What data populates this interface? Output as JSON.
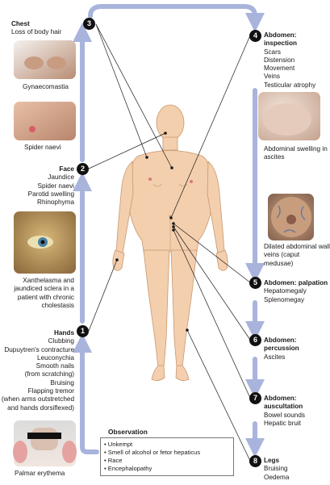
{
  "colors": {
    "arrow": "#a9b4dc",
    "skin": "#f3cfae",
    "skin_outline": "#c9976f",
    "badge": "#111111"
  },
  "sections": {
    "chest": {
      "number": "3",
      "title": "Chest",
      "items": [
        "Loss of body hair"
      ]
    },
    "face": {
      "number": "2",
      "title": "Face",
      "items": [
        "Jaundice",
        "Spider naevi",
        "Parotid swelling",
        "Rhinophyma"
      ]
    },
    "hands": {
      "number": "1",
      "title": "Hands",
      "items": [
        "Clubbing",
        "Dupuytren's contracture",
        "Leuconychia",
        "Smooth nails",
        "(from scratching)",
        "Bruising",
        "Flapping tremor",
        "(when arms outstretched",
        "and hands dorsiflexed)"
      ]
    },
    "abd_inspection": {
      "number": "4",
      "title_lines": [
        "Abdomen:",
        "inspection"
      ],
      "items": [
        "Scars",
        "Distension",
        "Movement",
        "Veins",
        "Testicular atrophy"
      ]
    },
    "abd_palpation": {
      "number": "5",
      "title": "Abdomen: palpation",
      "items": [
        "Hepatomegaly",
        "Splenomegay"
      ]
    },
    "abd_percussion": {
      "number": "6",
      "title_lines": [
        "Abdomen:",
        "percussion"
      ],
      "items": [
        "Ascites"
      ]
    },
    "abd_auscultation": {
      "number": "7",
      "title_lines": [
        "Abdomen:",
        "auscultation"
      ],
      "items": [
        "Bowel sounds",
        "Hepatic bruit"
      ]
    },
    "legs": {
      "number": "8",
      "title": "Legs",
      "items": [
        "Bruising",
        "Oedema"
      ]
    }
  },
  "captions": {
    "gynaecomastia": "Gynaecomastia",
    "spider_naevi": "Spider naevi",
    "xanthelasma": [
      "Xanthelasma and",
      "jaundiced",
      "sclera in a patient",
      "with chronic",
      "cholestasis"
    ],
    "palmar": "Palmar erythema",
    "abdominal_swelling": [
      "Abdominal swelling",
      "in ascites"
    ],
    "dilated_veins": [
      "Dilated abdominal",
      "wall veins",
      "(caput medusae)"
    ]
  },
  "observation": {
    "title": "Observation",
    "items": [
      "Unkempt",
      "Smell of alcohol or fetor hepaticus",
      "Race",
      "Encephalopathy"
    ]
  }
}
